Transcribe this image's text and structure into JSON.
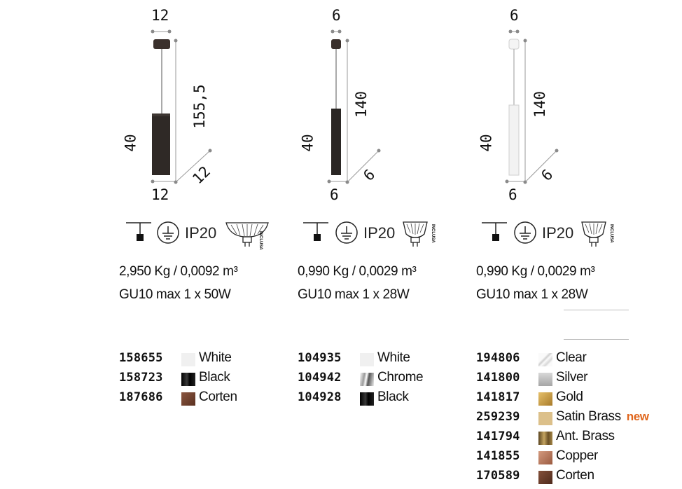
{
  "products": [
    {
      "dims": {
        "top": "12",
        "height": "155,5",
        "body": "40",
        "depth": "12",
        "bottom": "12"
      },
      "ip": "IP20",
      "inclusa": "INCLUSA",
      "weight": "2,950 Kg / 0,0092 m³",
      "lamp": "GU10 max 1 x 50W",
      "finishes": [
        {
          "code": "158655",
          "name": "White",
          "swatch": "#f0f0f0"
        },
        {
          "code": "158723",
          "name": "Black",
          "swatch": "#1a1a1a"
        },
        {
          "code": "187686",
          "name": "Corten",
          "swatch": "#6e4030"
        }
      ]
    },
    {
      "dims": {
        "top": "6",
        "height": "140",
        "body": "40",
        "depth": "6",
        "bottom": "6"
      },
      "ip": "IP20",
      "inclusa": "INCLUSA",
      "weight": "0,990 Kg / 0,0029 m³",
      "lamp": "GU10 max 1 x 28W",
      "finishes": [
        {
          "code": "104935",
          "name": "White",
          "swatch": "#f0f0f0"
        },
        {
          "code": "104942",
          "name": "Chrome",
          "swatch": "#c8c8c8"
        },
        {
          "code": "104928",
          "name": "Black",
          "swatch": "#1a1a1a"
        }
      ]
    },
    {
      "dims": {
        "top": "6",
        "height": "140",
        "body": "40",
        "depth": "6",
        "bottom": "6"
      },
      "ip": "IP20",
      "inclusa": "INCLUSA",
      "weight": "0,990 Kg / 0,0029 m³",
      "lamp": "GU10 max 1 x 28W",
      "finishes": [
        {
          "code": "194806",
          "name": "Clear",
          "swatch": "#eeeeee"
        },
        {
          "code": "141800",
          "name": "Silver",
          "swatch": "#b8b8b8"
        },
        {
          "code": "141817",
          "name": "Gold",
          "swatch": "#c9a24c"
        },
        {
          "code": "259239",
          "name": "Satin Brass",
          "swatch": "#dcc08a",
          "tag": "new"
        },
        {
          "code": "141794",
          "name": "Ant. Brass",
          "swatch": "#8a6d36"
        },
        {
          "code": "141855",
          "name": "Copper",
          "swatch": "#b47a5e"
        },
        {
          "code": "170589",
          "name": "Corten",
          "swatch": "#6a3f2c"
        }
      ]
    }
  ]
}
